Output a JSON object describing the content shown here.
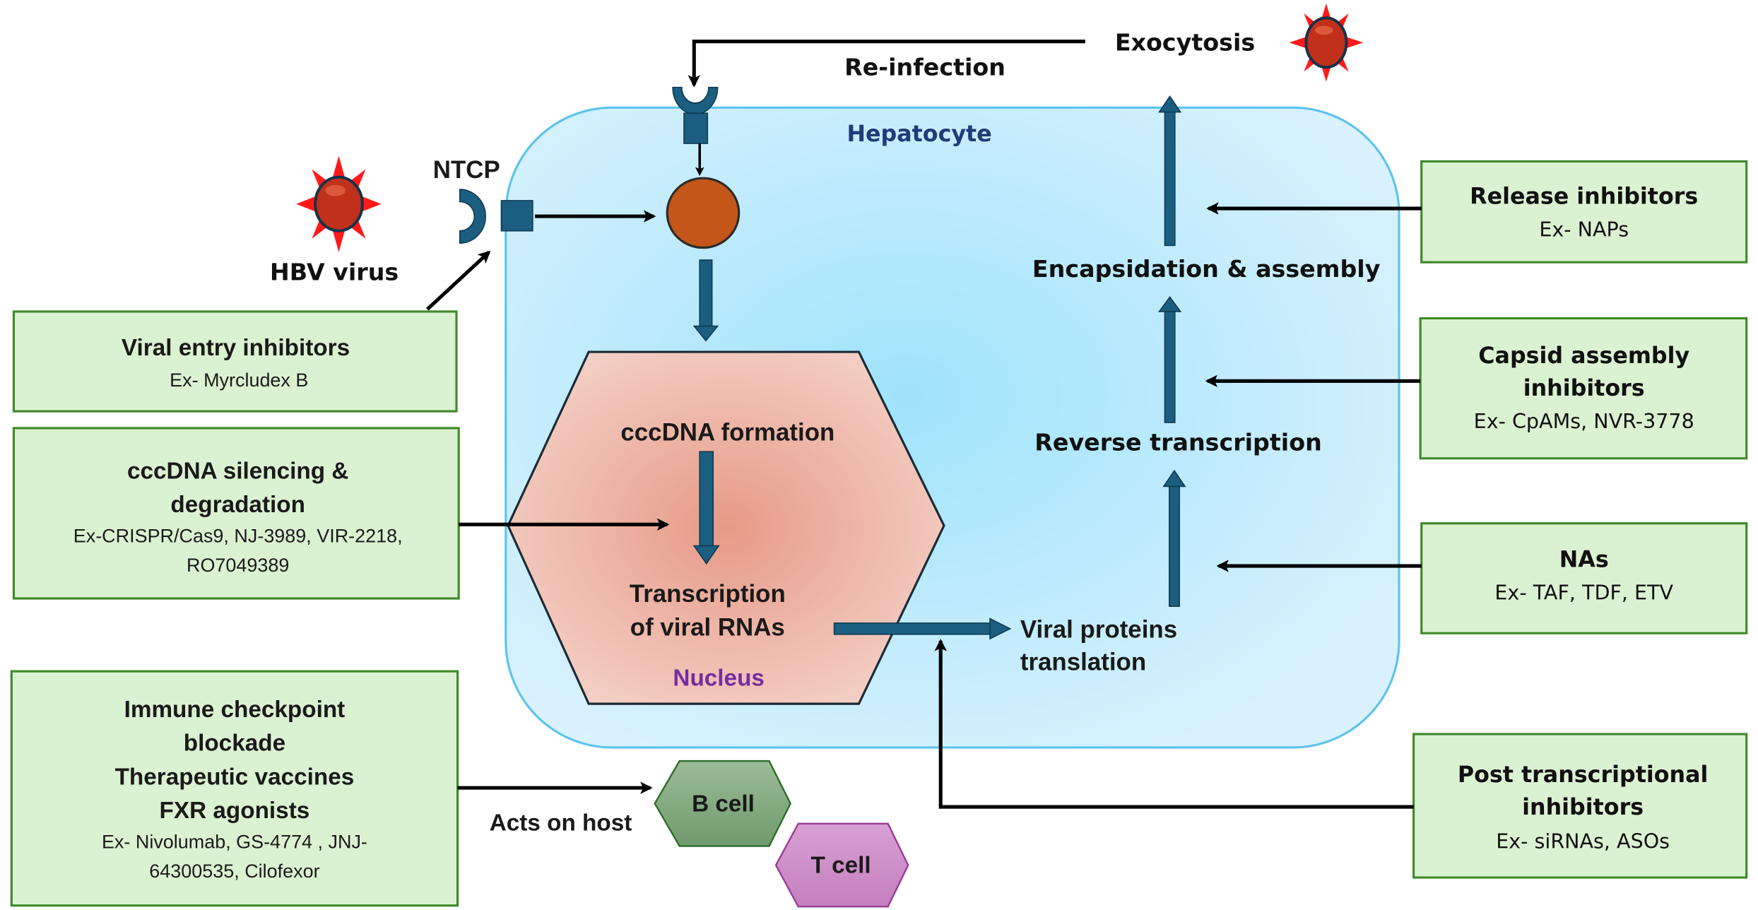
{
  "labels": {
    "exocytosis": "Exocytosis",
    "reinfection": "Re-infection",
    "hepatocyte": "Hepatocyte",
    "ntcp": "NTCP",
    "hbv_virus": "HBV virus",
    "cccdna_formation": "cccDNA formation",
    "transcription_line1": "Transcription",
    "transcription_line2": "of viral RNAs",
    "nucleus": "Nucleus",
    "encapsidation": "Encapsidation & assembly",
    "reverse_transcription": "Reverse transcription",
    "viral_proteins_line1": "Viral proteins",
    "viral_proteins_line2": "translation",
    "acts_on_host": "Acts on host",
    "b_cell": "B cell",
    "t_cell": "T cell"
  },
  "left_boxes": [
    {
      "title": [
        "Viral entry inhibitors"
      ],
      "examples": [
        "Ex- Myrcludex B"
      ]
    },
    {
      "title": [
        "cccDNA silencing &",
        "degradation"
      ],
      "examples": [
        "Ex-CRISPR/Cas9, NJ-3989, VIR-2218,",
        "RO7049389"
      ]
    },
    {
      "title": [
        "Immune checkpoint",
        "blockade",
        "Therapeutic vaccines",
        "FXR agonists"
      ],
      "examples": [
        "Ex- Nivolumab, GS-4774 , JNJ-",
        "64300535, Cilofexor"
      ]
    }
  ],
  "right_boxes": [
    {
      "title": [
        "Release inhibitors"
      ],
      "examples": [
        "Ex- NAPs"
      ]
    },
    {
      "title": [
        "Capsid assembly",
        "inhibitors"
      ],
      "examples": [
        "Ex- CpAMs, NVR-3778"
      ]
    },
    {
      "title": [
        "NAs"
      ],
      "examples": [
        "Ex- TAF, TDF, ETV"
      ]
    },
    {
      "title": [
        "Post transcriptional",
        "inhibitors"
      ],
      "examples": [
        "Ex- siRNAs, ASOs"
      ]
    }
  ],
  "colors": {
    "hepatocyte_label": "#1f3b78",
    "nucleus_label": "#7030a0",
    "teal_arrow": "#1b5e80",
    "box_fill": "#dbf2d2",
    "box_border": "#3f8a2a"
  }
}
